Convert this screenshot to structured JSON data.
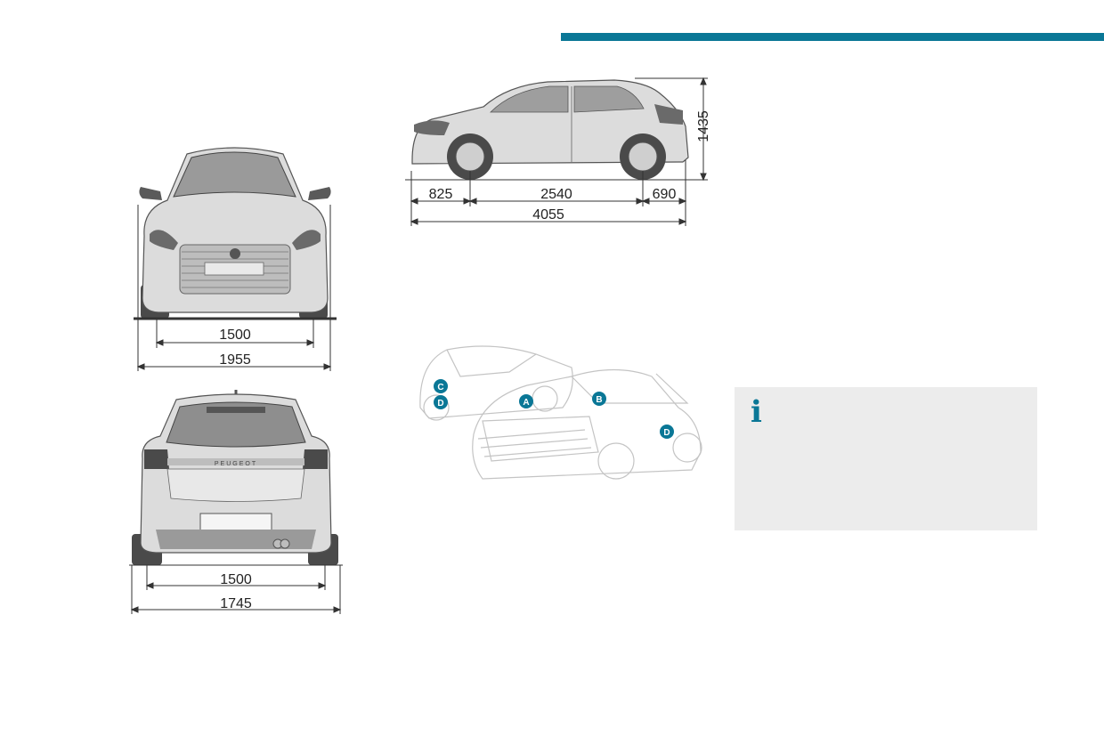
{
  "colors": {
    "accent": "#0a7796",
    "info_box": "#ececec",
    "car_body": "#d9d9d9",
    "car_dark": "#8a8a8a"
  },
  "front_view": {
    "track": "1500",
    "width": "1955"
  },
  "rear_view": {
    "brand_text": "PEUGEOT",
    "track": "1500",
    "width": "1745"
  },
  "side_view": {
    "front_overhang": "825",
    "wheelbase": "2540",
    "rear_overhang": "690",
    "length": "4055",
    "height": "1435"
  },
  "perspective_view": {
    "markers": [
      "A",
      "B",
      "C",
      "D",
      "D"
    ]
  },
  "info_box": {
    "icon": "info-icon",
    "glyph": "i"
  }
}
